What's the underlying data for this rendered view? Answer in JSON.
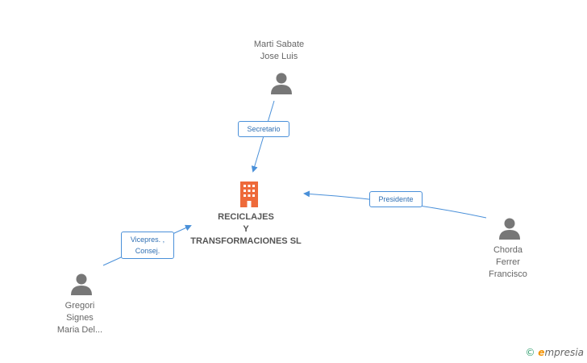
{
  "colors": {
    "edge": "#4a90d9",
    "person_icon": "#777777",
    "company_icon": "#ee6a3a",
    "brand_accent": "#f39200"
  },
  "company": {
    "name_line1": "RECICLAJES",
    "name_line2": "Y",
    "name_line3": "TRANSFORMACIONES SL",
    "icon": "building-icon"
  },
  "people": [
    {
      "id": "marti",
      "line1": "Marti Sabate",
      "line2": "Jose Luis",
      "line3": ""
    },
    {
      "id": "chorda",
      "line1": "Chorda",
      "line2": "Ferrer",
      "line3": "Francisco"
    },
    {
      "id": "gregori",
      "line1": "Gregori",
      "line2": "Signes",
      "line3": "Maria Del..."
    }
  ],
  "roles": {
    "secretario": "Secretario",
    "presidente": "Presidente",
    "vicepres_line1": "Vicepres. ,",
    "vicepres_line2": "Consej."
  },
  "brand": {
    "copyright": "©",
    "e": "e",
    "rest": "mpresia"
  }
}
